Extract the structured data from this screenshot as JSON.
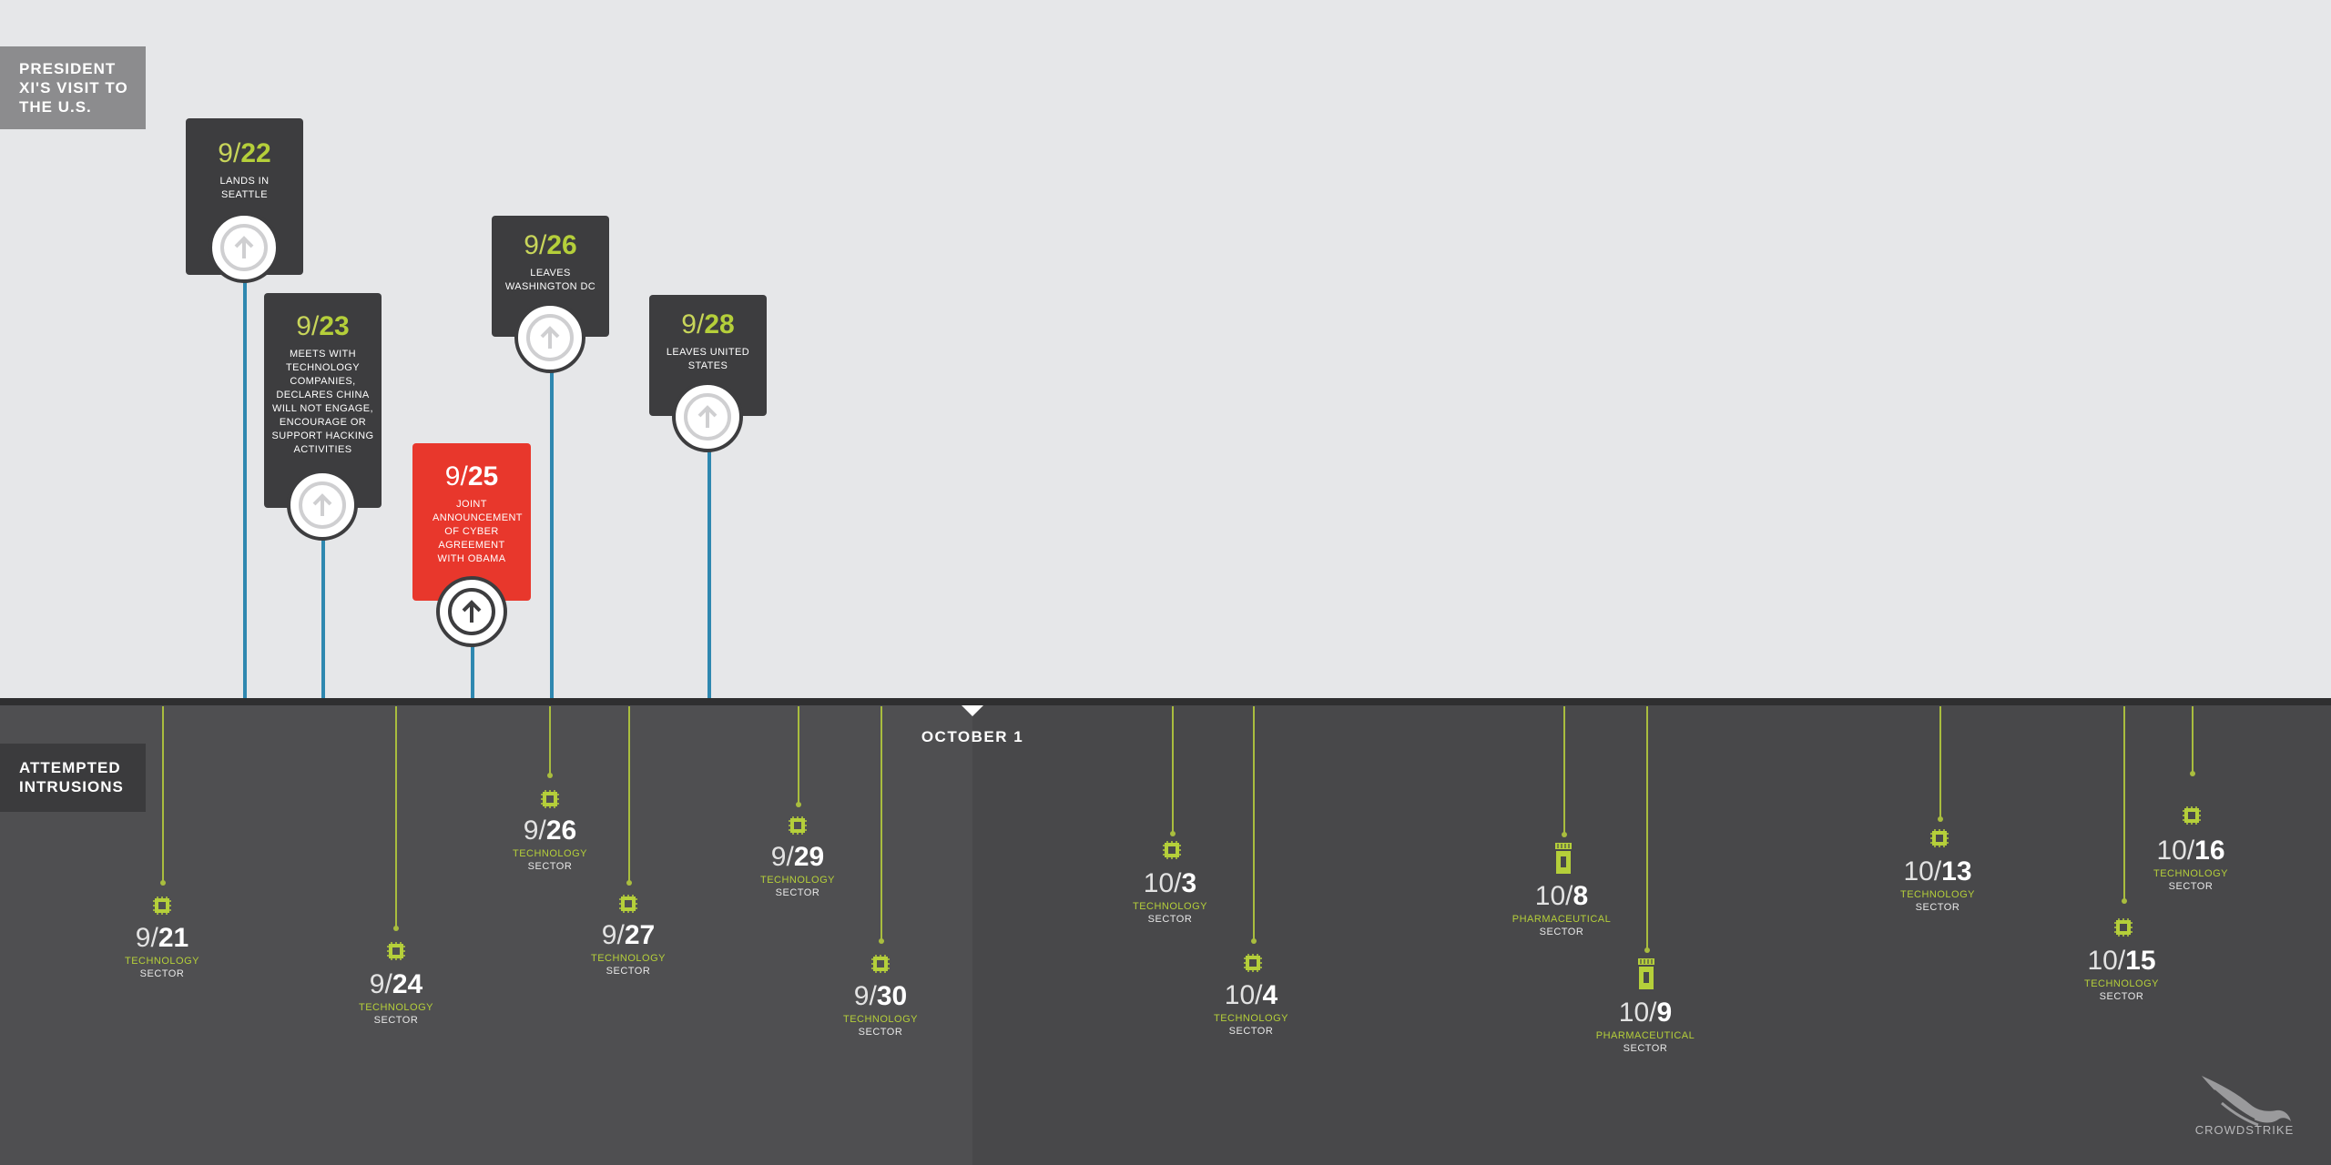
{
  "labels": {
    "president": "PRESIDENT XI'S VISIT TO THE U.S.",
    "intrusions": "ATTEMPTED INTRUSIONS",
    "october": "OCTOBER 1",
    "logo": "CROWDSTRIKE"
  },
  "events": [
    {
      "month": "9/",
      "day": "22",
      "desc": "LANDS IN SEATTLE"
    },
    {
      "month": "9/",
      "day": "23",
      "desc": "MEETS WITH TECHNOLOGY COMPANIES, DECLARES CHINA WILL NOT ENGAGE, ENCOURAGE OR SUPPORT HACKING ACTIVITIES"
    },
    {
      "month": "9/",
      "day": "25",
      "desc": "JOINT ANNOUNCEMENT OF CYBER AGREEMENT WITH OBAMA"
    },
    {
      "month": "9/",
      "day": "26",
      "desc": "LEAVES WASHINGTON DC"
    },
    {
      "month": "9/",
      "day": "28",
      "desc": "LEAVES UNITED STATES"
    }
  ],
  "intrusions": [
    {
      "month": "9/",
      "day": "21",
      "sector1": "TECHNOLOGY",
      "sector2": "SECTOR",
      "icon": "chip-icon"
    },
    {
      "month": "9/",
      "day": "24",
      "sector1": "TECHNOLOGY",
      "sector2": "SECTOR",
      "icon": "chip-icon"
    },
    {
      "month": "9/",
      "day": "26",
      "sector1": "TECHNOLOGY",
      "sector2": "SECTOR",
      "icon": "chip-icon"
    },
    {
      "month": "9/",
      "day": "27",
      "sector1": "TECHNOLOGY",
      "sector2": "SECTOR",
      "icon": "chip-icon"
    },
    {
      "month": "9/",
      "day": "29",
      "sector1": "TECHNOLOGY",
      "sector2": "SECTOR",
      "icon": "chip-icon"
    },
    {
      "month": "9/",
      "day": "30",
      "sector1": "TECHNOLOGY",
      "sector2": "SECTOR",
      "icon": "chip-icon"
    },
    {
      "month": "10/",
      "day": "3",
      "sector1": "TECHNOLOGY",
      "sector2": "SECTOR",
      "icon": "chip-icon"
    },
    {
      "month": "10/",
      "day": "4",
      "sector1": "TECHNOLOGY",
      "sector2": "SECTOR",
      "icon": "chip-icon"
    },
    {
      "month": "10/",
      "day": "8",
      "sector1": "PHARMACEUTICAL",
      "sector2": "SECTOR",
      "icon": "pill-bottle-icon"
    },
    {
      "month": "10/",
      "day": "9",
      "sector1": "PHARMACEUTICAL",
      "sector2": "SECTOR",
      "icon": "pill-bottle-icon"
    },
    {
      "month": "10/",
      "day": "13",
      "sector1": "TECHNOLOGY",
      "sector2": "SECTOR",
      "icon": "chip-icon"
    },
    {
      "month": "10/",
      "day": "15",
      "sector1": "TECHNOLOGY",
      "sector2": "SECTOR",
      "icon": "chip-icon"
    },
    {
      "month": "10/",
      "day": "16",
      "sector1": "TECHNOLOGY",
      "sector2": "SECTOR",
      "icon": "chip-icon"
    }
  ],
  "colors": {
    "accent_green": "#b5cf3a",
    "stem_blue": "#2f88b0",
    "alert_red": "#e8372c",
    "card_dark": "#3d3d3f"
  }
}
